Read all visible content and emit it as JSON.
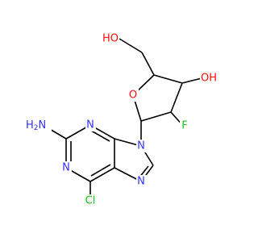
{
  "molecule": {
    "colors": {
      "nitrogen": "#3333ff",
      "oxygen": "#ff0d0d",
      "halogen": "#1fc01f",
      "bond": "#000000",
      "background": "#ffffff"
    },
    "labels": {
      "nh2_n": "N",
      "nh2_h": "H",
      "nh2_sub": "2",
      "n_pyr_top": "N",
      "n_pyr_bottom": "N",
      "n_imid_top": "N",
      "n_imid_bottom": "N",
      "o_ring": "O",
      "oh_left_h": "HO",
      "oh_right": "OH",
      "fluorine": "F",
      "chlorine": "Cl"
    }
  }
}
